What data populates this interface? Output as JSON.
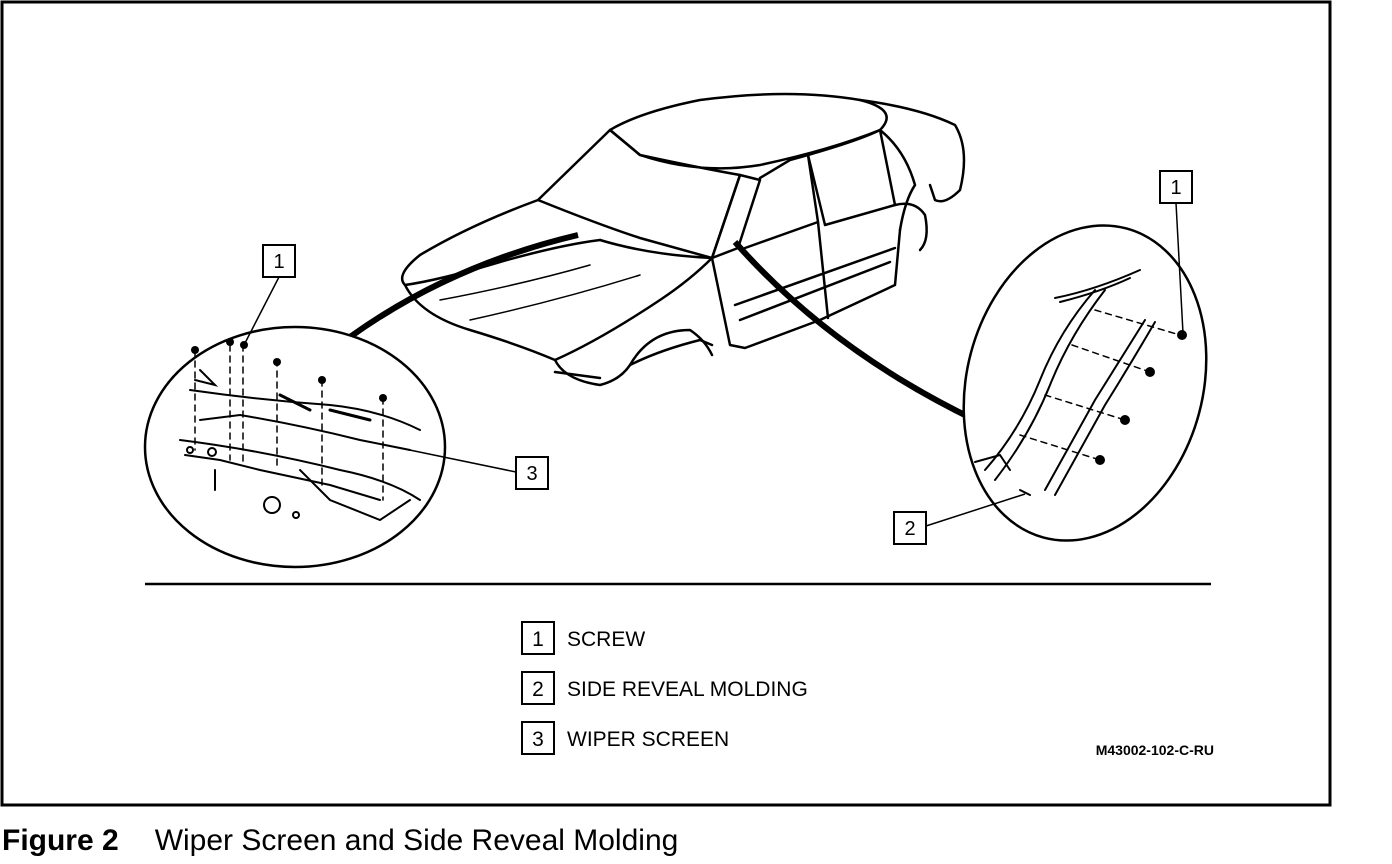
{
  "figure": {
    "number": "Figure 2",
    "title": "Wiper Screen and Side Reveal Molding",
    "code": "M43002-102-C-RU"
  },
  "callouts": {
    "left_screw": "1",
    "right_screw": "1",
    "wiper_screen": "3",
    "molding": "2"
  },
  "legend": [
    {
      "num": "1",
      "label": "SCREW"
    },
    {
      "num": "2",
      "label": "SIDE REVEAL MOLDING"
    },
    {
      "num": "3",
      "label": "WIPER SCREEN"
    }
  ]
}
